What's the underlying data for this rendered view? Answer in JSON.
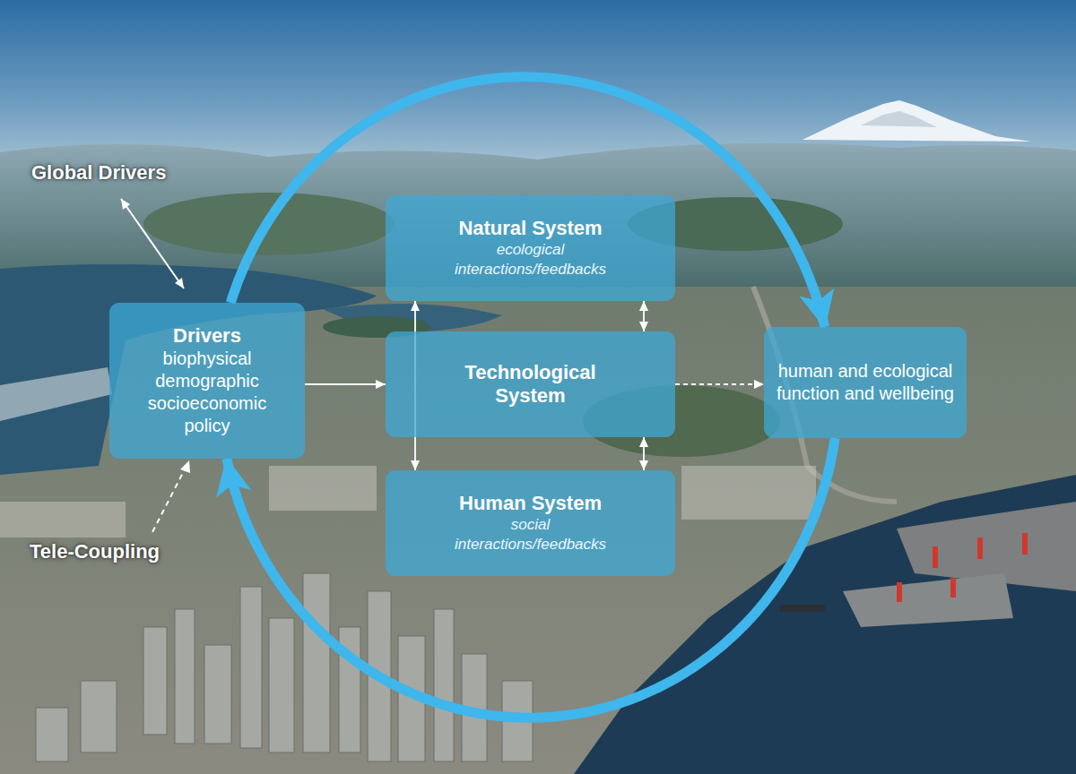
{
  "diagram": {
    "nodes": [
      {
        "text": [
          "Drivers",
          "biophysical demographic socioeconomic policy"
        ]
      },
      {
        "text": [
          "Natural System",
          "ecological interactions/feedbacks"
        ]
      },
      {
        "text": [
          "Technological System"
        ]
      },
      {
        "text": [
          "Human System",
          "social interactions/feedbacks"
        ]
      },
      {
        "text": [
          "human and ecological function and wellbeing"
        ]
      }
    ],
    "edges": [
      {
        "from": 0,
        "to": 2,
        "arrow": "to"
      },
      {
        "from": 1,
        "to": 2,
        "arrow": "both"
      },
      {
        "from": 2,
        "to": 3,
        "arrow": "both"
      },
      {
        "from": 1,
        "to": 3,
        "arrow": "both"
      },
      {
        "from": 2,
        "to": 4,
        "arrow": "to"
      },
      {
        "from": 0,
        "to": 4,
        "arrow": "to"
      },
      {
        "from": 4,
        "to": 0,
        "arrow": "to"
      }
    ],
    "labels": [
      "Global Drivers",
      "Tele-Coupling"
    ]
  }
}
